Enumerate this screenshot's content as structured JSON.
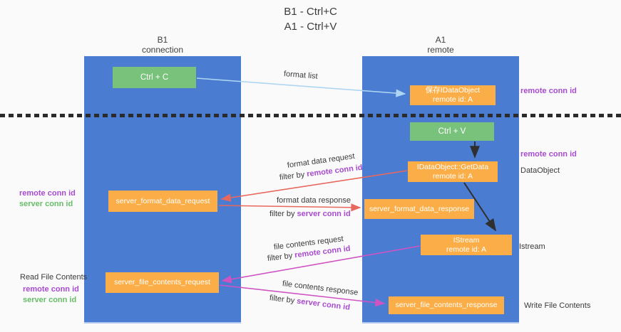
{
  "title": {
    "line1": "B1 - Ctrl+C",
    "line2": "A1 - Ctrl+V"
  },
  "lanes": {
    "left": {
      "line1": "B1",
      "line2": "connection"
    },
    "right": {
      "line1": "A1",
      "line2": "remote"
    }
  },
  "nodes": {
    "ctrl_c": {
      "label": "Ctrl + C"
    },
    "ctrl_v": {
      "label": "Ctrl + V"
    },
    "save_idataobject": {
      "line1": "保存IDataObject",
      "line2": "remote id: A"
    },
    "idataobject_getdata": {
      "line1": "IDataObject::GetData",
      "line2": "remote id: A"
    },
    "istream_node": {
      "line1": "IStream",
      "line2": "remote id: A"
    },
    "server_format_data_request": {
      "label": "server_format_data_request"
    },
    "server_format_data_response": {
      "label": "server_format_data_response"
    },
    "server_file_contents_request": {
      "label": "server_file_contents_request"
    },
    "server_file_contents_response": {
      "label": "server_file_contents_response"
    }
  },
  "edge_labels": {
    "format_list": "format list",
    "format_data_request": "format data request",
    "format_data_request_filter": {
      "prefix": "filter by ",
      "key": "remote conn id"
    },
    "format_data_response": "format data response",
    "format_data_response_filter": {
      "prefix": "filter by ",
      "key": "server conn id"
    },
    "file_contents_request": "file contents request",
    "file_contents_request_filter": {
      "prefix": "filter by ",
      "key": "remote conn id"
    },
    "file_contents_response": "file contents response",
    "file_contents_response_filter": {
      "prefix": "filter by ",
      "key": "server conn id"
    }
  },
  "annotations": {
    "remote_conn_id_top_right": "remote conn id",
    "remote_conn_id_mid_right": "remote conn id",
    "dataobject": "DataObject",
    "istream": "Istream",
    "write_file_contents": "Write File Contents",
    "remote_conn_id_left": "remote conn id",
    "server_conn_id_left": "server conn id",
    "read_file_contents": "Read File Contents",
    "remote_conn_id_bottom_left": "remote conn id",
    "server_conn_id_bottom_left": "server conn id"
  },
  "colors": {
    "lane_blue": "#4a7cd2",
    "green_box": "#79c27b",
    "orange_box": "#fbae47",
    "purple_label": "#a84bd0",
    "green_label": "#67bd68",
    "red_arrow": "#e8685e",
    "magenta_arrow": "#d053c3",
    "light_blue_arrow": "#aed6f2",
    "black_arrow": "#2f2f2f",
    "dashed_line": "#2b2b2b"
  }
}
